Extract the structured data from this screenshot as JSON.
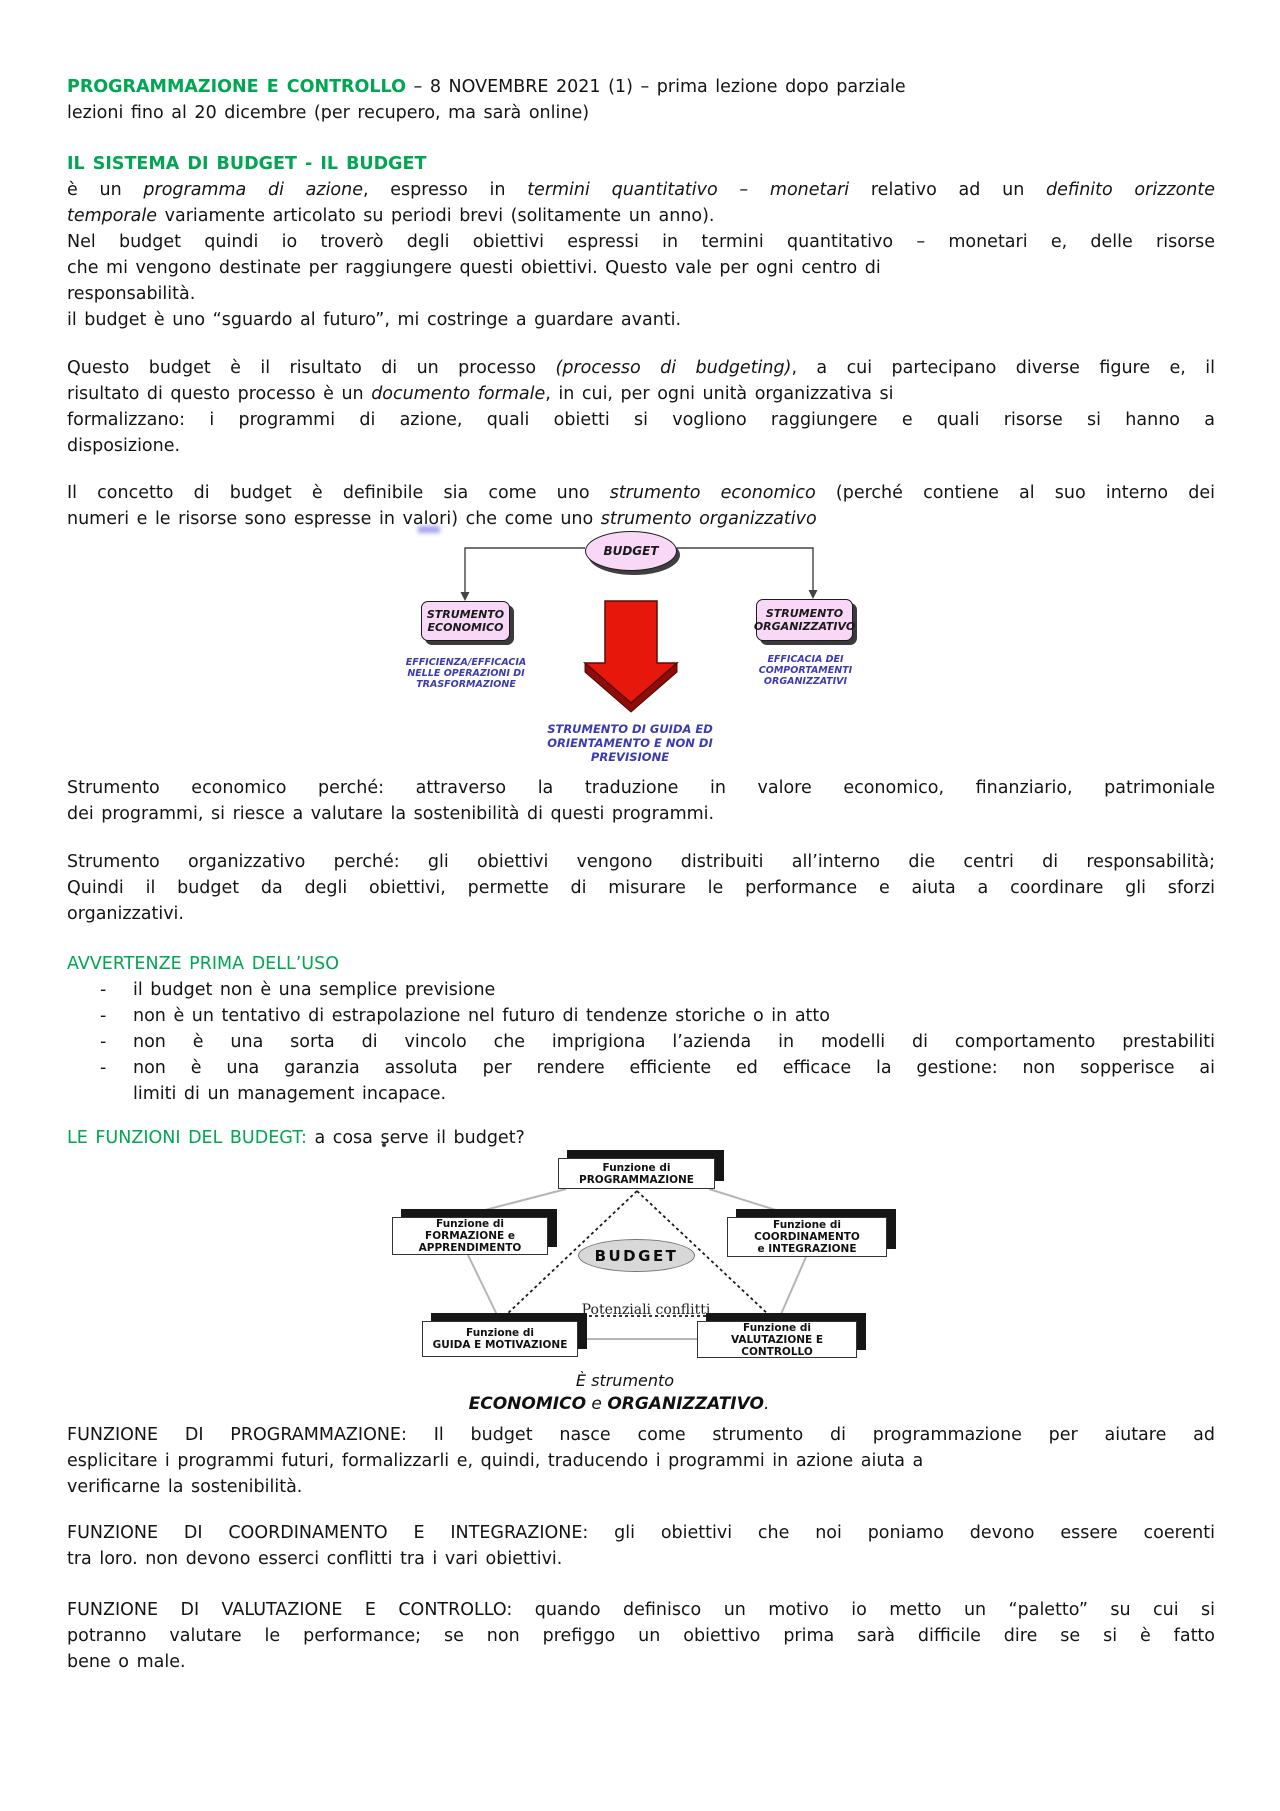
{
  "header": {
    "course": "PROGRAMMAZIONE E CONTROLLO",
    "title_rest": " – 8 NOVEMBRE 2021 (1) – prima lezione dopo parziale",
    "line2": "lezioni fino al 20 dicembre (per recupero, ma sarà online)"
  },
  "sec1": {
    "heading": "IL SISTEMA DI BUDGET - IL BUDGET",
    "p1l1": {
      "r0": "è un ",
      "r1": "programma di azione",
      "r2": ", espresso in ",
      "r3": "termini quantitativo – monetari",
      "r4": " relativo ad un ",
      "r5": "definito orizzonte"
    },
    "p1l2": {
      "r0": "temporale",
      "r1": " variamente articolato su periodi brevi (solitamente un anno)."
    },
    "p2l1": "Nel budget quindi io troverò degli obiettivi espressi in termini quantitativo – monetari e, delle risorse",
    "p2l2": "che mi vengono destinate per raggiungere questi obiettivi. Questo vale per ogni centro di",
    "p2l3": "responsabilità.",
    "p3": "il budget è uno “sguardo al futuro”, mi costringe a guardare avanti.",
    "p4l1": {
      "r0": "Questo budget è il risultato di un processo ",
      "r1": "(processo di budgeting)",
      "r2": ", a cui partecipano diverse figure e, il"
    },
    "p4l2": {
      "r0": "risultato di questo processo è un ",
      "r1": "documento formale",
      "r2": ", in cui, per ogni unità organizzativa si"
    },
    "p4l3": "formalizzano: i programmi di azione, quali obietti si vogliono raggiungere e quali risorse si hanno a",
    "p4l4": "disposizione.",
    "p5l1": {
      "r0": "Il concetto di budget è definibile sia come uno ",
      "r1": "strumento economico",
      "r2": " (perché contiene al suo interno dei"
    },
    "p5l2": {
      "r0": "numeri e le risorse sono espresse in valori) che come uno ",
      "r1": "strumento organizzativo"
    }
  },
  "diagram1": {
    "budget_label": "BUDGET",
    "left_box_l1": "STRUMENTO",
    "left_box_l2": "ECONOMICO",
    "right_box_l1": "STRUMENTO",
    "right_box_l2": "ORGANIZZATIVO",
    "left_caption_l1": "EFFICIENZA/EFFICACIA",
    "left_caption_l2": "NELLE OPERAZIONI DI",
    "left_caption_l3": "TRASFORMAZIONE",
    "right_caption_l1": "EFFICACIA DEI",
    "right_caption_l2": "COMPORTAMENTI",
    "right_caption_l3": "ORGANIZZATIVI",
    "center_caption_l1": "STRUMENTO DI GUIDA ED",
    "center_caption_l2": "ORIENTAMENTO E NON DI",
    "center_caption_l3": "PREVISIONE"
  },
  "sec2": {
    "p6l1": "Strumento economico perché: attraverso la traduzione in valore economico, finanziario, patrimoniale",
    "p6l2": "dei programmi, si riesce a valutare la sostenibilità di questi programmi.",
    "p7l1": "Strumento organizzativo perché: gli obiettivi vengono distribuiti all’interno die centri di responsabilità;",
    "p7l2": "Quindi il budget da degli obiettivi, permette di misurare le performance e aiuta a coordinare gli sforzi",
    "p7l3": "organizzativi.",
    "avvertenze": "AVVERTENZE PRIMA DELL’USO",
    "dash": "-",
    "b1": "il budget non è una semplice previsione",
    "b2": "non è un tentativo di estrapolazione nel futuro di tendenze storiche o in atto",
    "b3": "non è una sorta di vincolo che imprigiona l’azienda in modelli di comportamento prestabiliti",
    "b4l1": "non è una garanzia assoluta per rendere efficiente ed efficace la gestione: non sopperisce ai",
    "b4l2": "limiti di un management incapace.",
    "funzioni": "LE FUNZIONI DEL BUDEGT:",
    "funzioni_rest": " a cosa serve il budget?"
  },
  "diagram2": {
    "box_top_l1": "Funzione di",
    "box_top_l2": "PROGRAMMAZIONE",
    "box_left_l1": "Funzione di",
    "box_left_l2": "FORMAZIONE e",
    "box_left_l3": "APPRENDIMENTO",
    "box_right_l1": "Funzione di",
    "box_right_l2": "COORDINAMENTO",
    "box_right_l3": "e INTEGRAZIONE",
    "box_bl_l1": "Funzione di",
    "box_bl_l2": "GUIDA E MOTIVAZIONE",
    "box_br_l1": "Funzione di",
    "box_br_l2": "VALUTAZIONE E CONTROLLO",
    "budget_label": "BUDGET",
    "conflicts_label": "Potenziali conflitti",
    "caption_line1": "È strumento",
    "caption_r0": "ECONOMICO",
    "caption_r1": " e ",
    "caption_r2": "ORGANIZZATIVO",
    "caption_r3": "."
  },
  "sec3": {
    "p8l1": "FUNZIONE DI PROGRAMMAZIONE: Il budget nasce come strumento di programmazione per aiutare ad",
    "p8l2": "esplicitare i programmi futuri, formalizzarli e, quindi, traducendo i programmi in azione aiuta a",
    "p8l3": "verificarne la sostenibilità.",
    "p9l1": "FUNZIONE DI COORDINAMENTO E INTEGRAZIONE: gli obiettivi che noi poniamo devono essere coerenti",
    "p9l2": "tra loro. non devono esserci conflitti tra i vari obiettivi.",
    "p10l1": "FUNZIONE DI VALUTAZIONE E CONTROLLO: quando definisco un motivo io metto un “paletto” su cui si",
    "p10l2": "potranno valutare le performance; se non prefiggo un obiettivo prima sarà difficile dire se si è fatto",
    "p10l3": "bene o male."
  },
  "colors": {
    "heading_green": "#00a651",
    "diagram_pink": "#f8d8f6",
    "caption_blue": "#3b3bb0",
    "arrow_red": "#e8170c",
    "oval_gray": "#d8d8d8"
  }
}
